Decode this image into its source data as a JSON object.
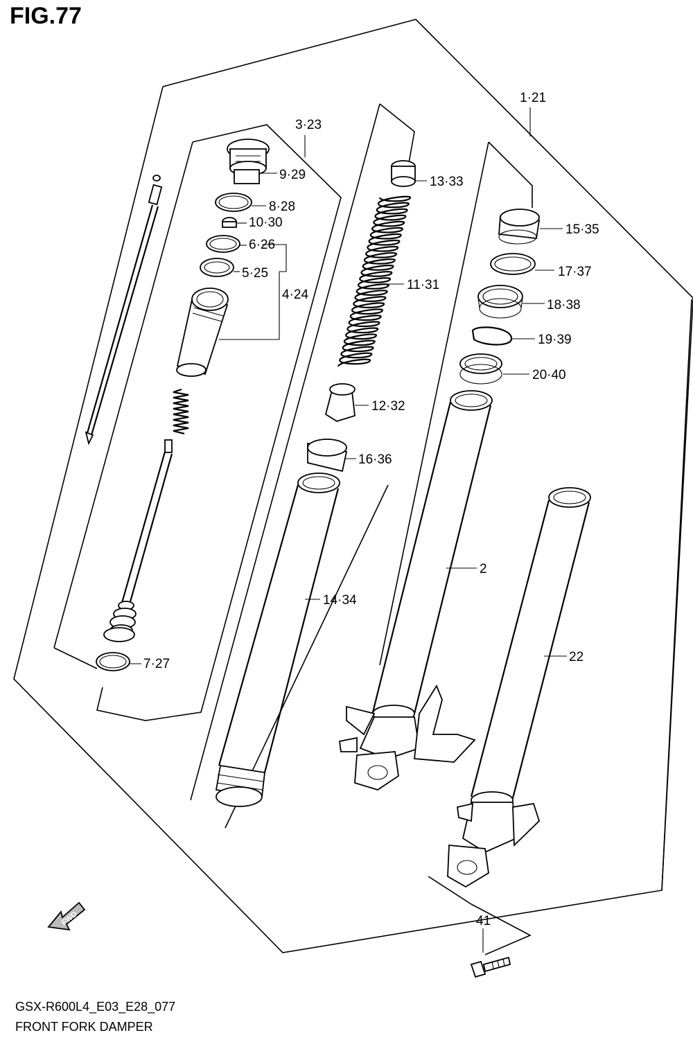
{
  "figure": {
    "title": "FIG.77"
  },
  "footer": {
    "code": "GSX-R600L4_E03_E28_077",
    "name": "FRONT FORK DAMPER"
  },
  "fwd_label": "FWD",
  "callouts": {
    "c_1_21": "1·21",
    "c_3_23": "3·23",
    "c_9_29": "9·29",
    "c_8_28": "8·28",
    "c_10_30": "10·30",
    "c_6_26": "6·26",
    "c_5_25": "5·25",
    "c_4_24": "4·24",
    "c_7_27": "7·27",
    "c_13_33": "13·33",
    "c_11_31": "11·31",
    "c_12_32": "12·32",
    "c_16_36": "16·36",
    "c_14_34": "14·34",
    "c_15_35": "15·35",
    "c_17_37": "17·37",
    "c_18_38": "18·38",
    "c_19_39": "19·39",
    "c_20_40": "20·40",
    "c_2": "2",
    "c_22": "22",
    "c_41": "41"
  }
}
